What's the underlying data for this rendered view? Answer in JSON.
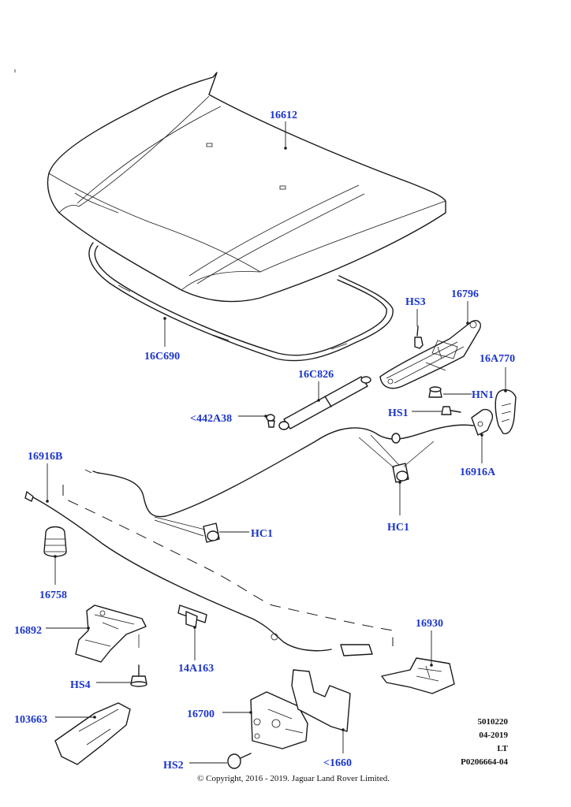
{
  "callouts": {
    "c16612": "16612",
    "c16c690": "16C690",
    "hs3": "HS3",
    "c16796": "16796",
    "c16a770": "16A770",
    "c16c826": "16C826",
    "hn1": "HN1",
    "hs1": "HS1",
    "c442a38": "<442A38",
    "c16916b": "16916B",
    "c16916a": "16916A",
    "hc1_left": "HC1",
    "hc1_right": "HC1",
    "c16758": "16758",
    "c16892": "16892",
    "c14a163": "14A163",
    "c16930": "16930",
    "hs4": "HS4",
    "c103663": "103663",
    "c16700": "16700",
    "hs2": "HS2",
    "c1660": "<1660"
  },
  "info_block": [
    "5010220",
    "04-2019",
    "LT",
    "P0206664-04"
  ],
  "footer": "© Copyright, 2016 - 2019. Jaguar Land Rover Limited.",
  "colors": {
    "callout": "#1b35c9",
    "line": "#1a1a1a"
  }
}
